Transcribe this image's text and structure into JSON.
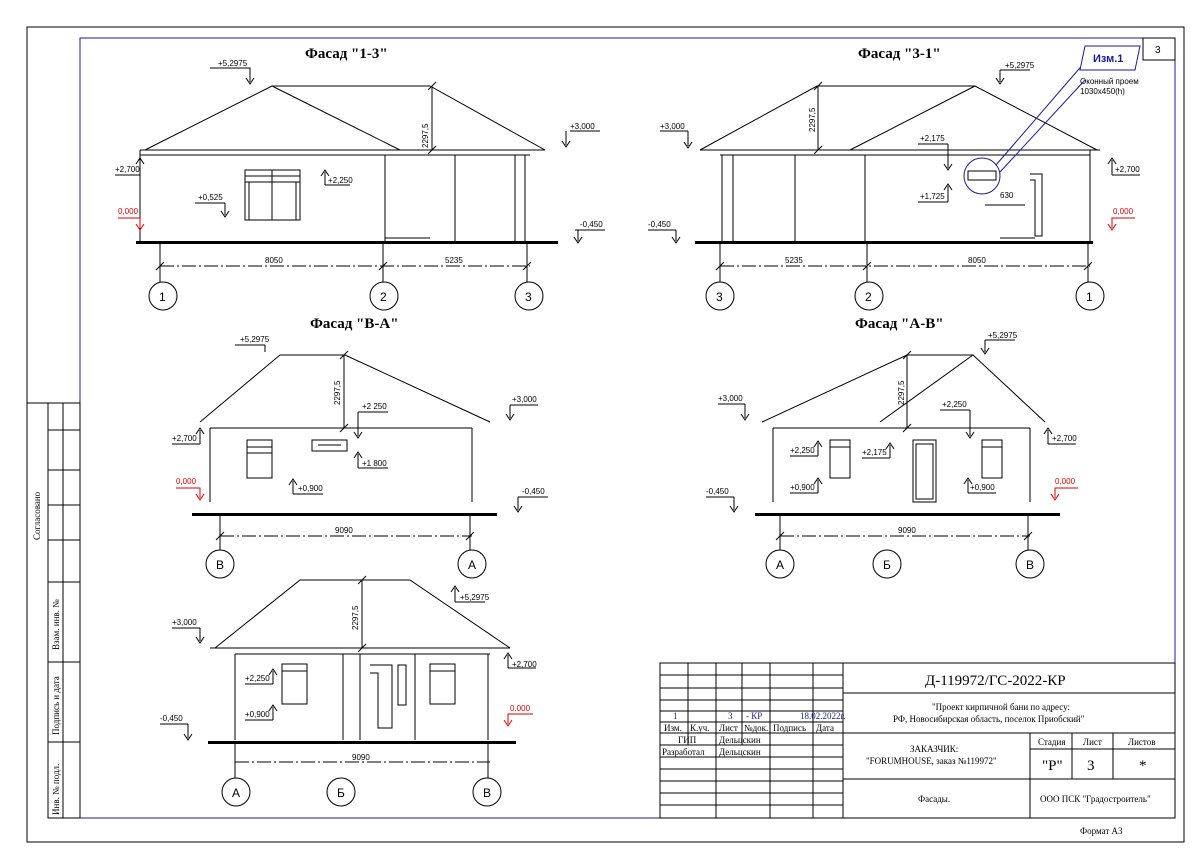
{
  "sheet_number": "3",
  "format": "Формат А3",
  "colors": {
    "line": "#000000",
    "frame": "#1a1aa0",
    "red": "#e00000",
    "annotation": "#1a1aa0"
  },
  "side_stamp": {
    "agreed": "Согласовано",
    "replace_inv": "Взам. инв. №",
    "sign_date": "Подпись и дата",
    "inv_orig": "Инв. № подл."
  },
  "facades": {
    "f13": {
      "title": "Фасад \"1-3\"",
      "marks": {
        "ridge": "+5,2975",
        "h": "2297,5",
        "eave_r": "+3,000",
        "eave_l": "+2,700",
        "win_top": "+2,250",
        "win_bot": "+0,525",
        "zero": "0,000",
        "ground": "-0,450"
      },
      "dims": [
        "8050",
        "5235"
      ],
      "axes": [
        "1",
        "2",
        "3"
      ]
    },
    "f31": {
      "title": "Фасад \"3-1\"",
      "marks": {
        "ridge": "+5,2975",
        "h": "2297,5",
        "eave_l": "+3,000",
        "eave_r": "+2,700",
        "win_top": "+2,175",
        "win_bot": "+1,725",
        "w": "630",
        "zero": "0,000",
        "ground": "-0,450"
      },
      "dims": [
        "5235",
        "8050"
      ],
      "axes": [
        "3",
        "2",
        "1"
      ],
      "change": {
        "tag": "Изм.1",
        "line1": "Оконный проем",
        "line2": "1030x450(h)"
      }
    },
    "fba": {
      "title": "Фасад \"В-А\"",
      "marks": {
        "ridge": "+5,2975",
        "h": "2297,5",
        "eave_r": "+3,000",
        "eave_l": "+2,700",
        "win_top": "+2 250",
        "win_mid": "+1 800",
        "win_bot": "+0,900",
        "zero": "0,000",
        "ground": "-0,450"
      },
      "dims": [
        "9090"
      ],
      "axes": [
        "В",
        "А"
      ]
    },
    "fab": {
      "title": "Фасад \"А-В\"",
      "marks": {
        "ridge": "+5,2975",
        "h": "2297,5",
        "eave_l": "+3,000",
        "eave_r": "+2,700",
        "win_top": "+2,250",
        "win_l_top": "+2,250",
        "door_top": "+2,175",
        "win_bot": "+0,900",
        "win_bot2": "+0,900",
        "zero": "0,000",
        "ground": "-0,450"
      },
      "dims": [
        "9090"
      ],
      "axes": [
        "А",
        "Б",
        "В"
      ]
    },
    "fbottom": {
      "marks": {
        "ridge": "+5,2975",
        "h": "2297,5",
        "eave_l": "+3,000",
        "eave_r": "+2,700",
        "win_top": "+2,250",
        "win_bot": "+0,900",
        "zero": "0.000",
        "ground": "-0,450"
      },
      "dims": [
        "9090"
      ],
      "axes": [
        "А",
        "Б",
        "В"
      ]
    }
  },
  "title_block": {
    "code": "Д-119972/ГС-2022-КР",
    "project_line1": "\"Проект кирпичной бани по адресу:",
    "project_line2": "РФ, Новосибирская область, поселок Приобский\"",
    "change_row": {
      "n": "1",
      "sheet": "3",
      "doc": "- КР",
      "date": "18.02.2022г."
    },
    "headers": {
      "izm": "Изм.",
      "kuch": "К.уч.",
      "list": "Лист",
      "ndoc": "№док.",
      "sign": "Подпись",
      "date": "Дата"
    },
    "gip_label": "ГИП",
    "gip_name": "Дельцскин",
    "dev_label": "Разработал",
    "dev_name": "Дельцскин",
    "client_line1": "ЗАКАЗЧИК:",
    "client_line2": "\"FORUMHOUSE, заказ №119972\"",
    "stage_label": "Стадия",
    "sheet_label": "Лист",
    "sheets_label": "Листов",
    "stage": "\"Р\"",
    "sheet": "3",
    "sheets": "*",
    "drawing_name": "Фасады.",
    "org": "ООО ПСК \"Градостроитель\""
  }
}
